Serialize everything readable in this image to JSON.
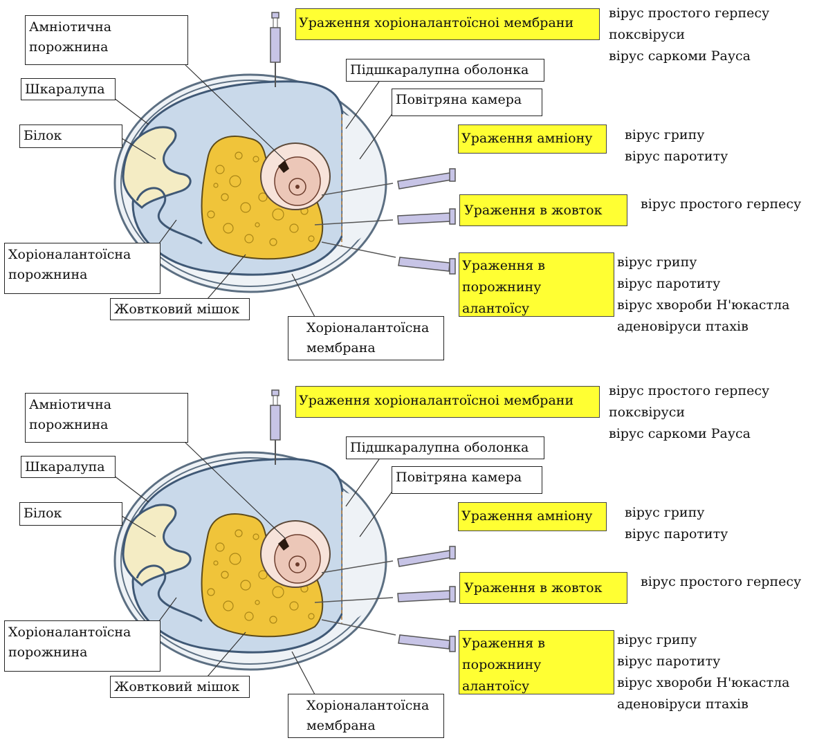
{
  "diagram": {
    "labels": {
      "amniotic_cavity": "Амніотична порожнина",
      "shell": "Шкаралупа",
      "albumen": "Білок",
      "shell_membrane": "Підшкаралупна оболонка",
      "air_chamber": "Повітряна камера",
      "chorioallantoic_cavity": "Хоріоналантоїсна порожнина",
      "yolk_sac": "Жовтковий мішок",
      "chorioallantoic_membrane": "Хоріоналантоїсна мембрана"
    },
    "routes": [
      {
        "title": "Ураження хоріоналантоїсноі мембрани",
        "viruses": [
          "вірус простого герпесу",
          "поксвіруси",
          "вірус саркоми Рауса"
        ]
      },
      {
        "title": "Ураження амніону",
        "viruses": [
          "вірус грипу",
          "вірус паротиту"
        ]
      },
      {
        "title": "Ураження в жовток",
        "viruses": [
          "вірус простого герпесу"
        ]
      },
      {
        "title": "Ураження в порожнину алантоїсу",
        "viruses": [
          "вірус грипу",
          "вірус паротиту",
          "вірус хвороби Н'юкастла",
          "аденовіруси птахів"
        ]
      }
    ],
    "colors": {
      "highlight": "#ffff33",
      "albumen": "#f4ecc4",
      "cavity": "#c9d9ea",
      "yolk": "#f0c43a",
      "embryo": "#ecc7b8",
      "syringe": "#c7c4e6"
    },
    "copies": 2
  }
}
